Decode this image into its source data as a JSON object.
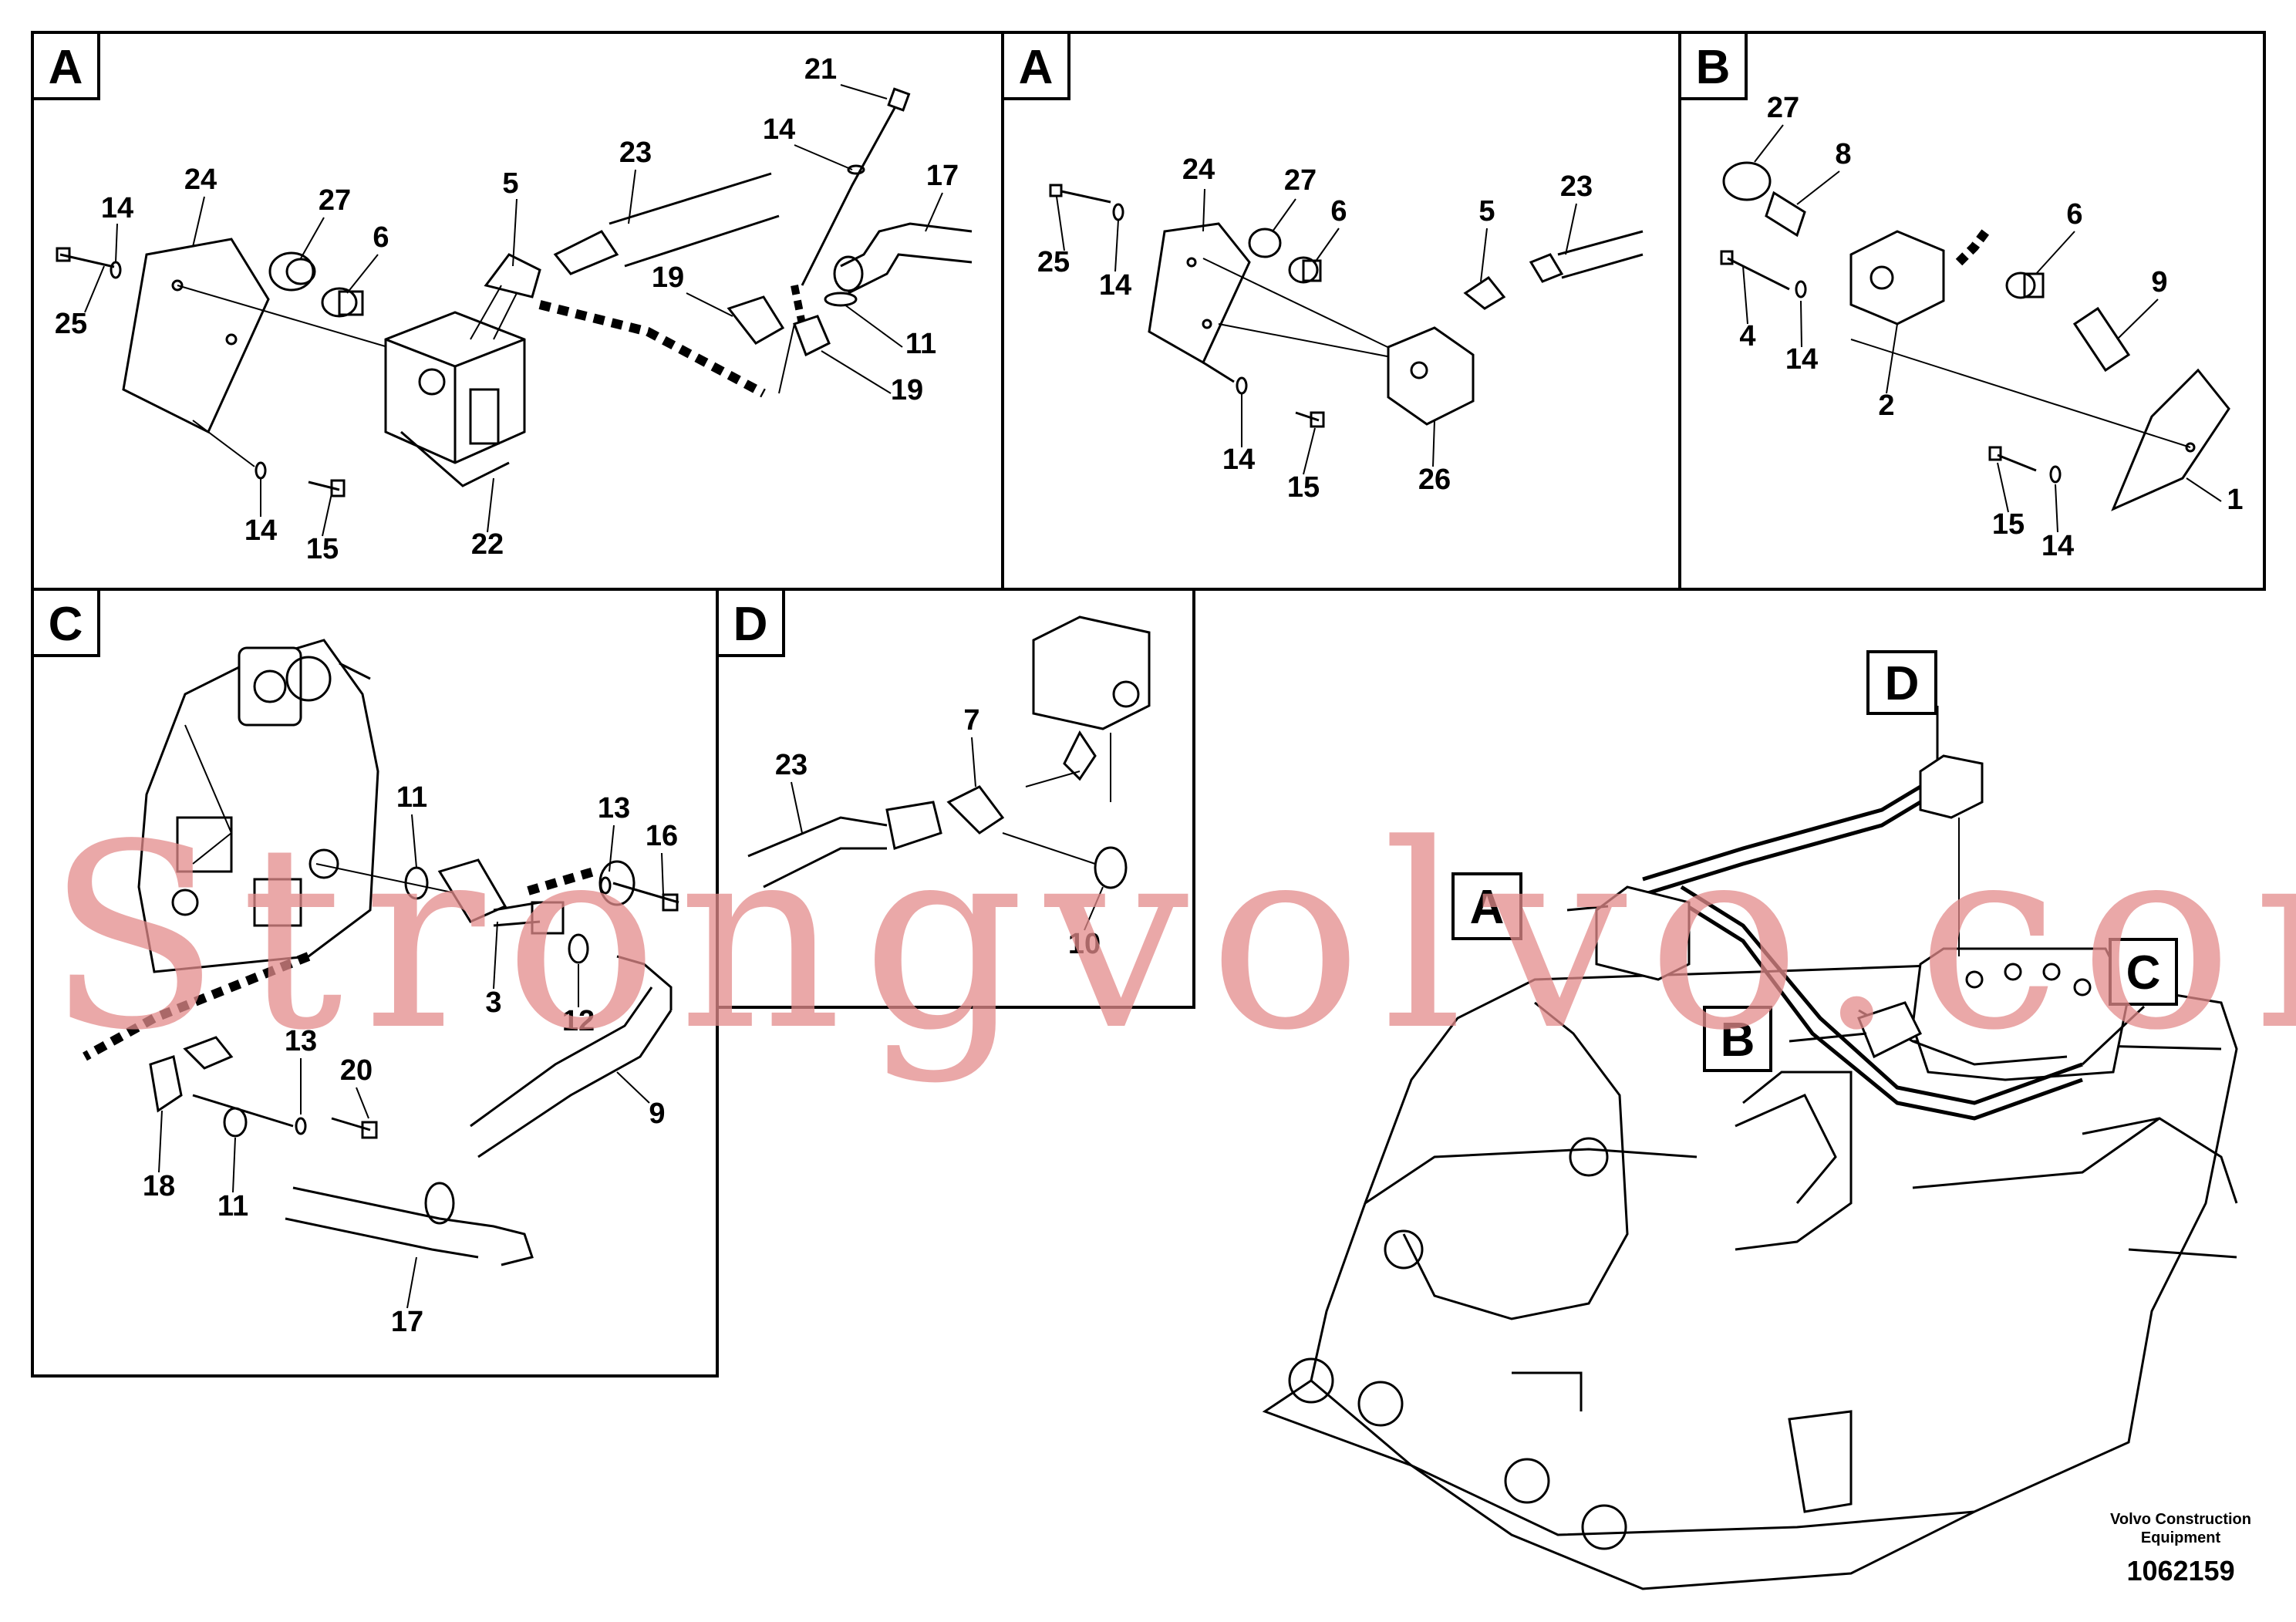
{
  "panels": [
    {
      "letter": "A",
      "labels": [
        "21",
        "14",
        "23",
        "5",
        "17",
        "14",
        "24",
        "27",
        "6",
        "19",
        "11",
        "25",
        "19",
        "14",
        "15",
        "22"
      ]
    },
    {
      "letter": "A",
      "labels": [
        "24",
        "27",
        "6",
        "5",
        "23",
        "25",
        "14",
        "14",
        "15",
        "26"
      ]
    },
    {
      "letter": "B",
      "labels": [
        "27",
        "8",
        "6",
        "9",
        "4",
        "14",
        "2",
        "1",
        "15",
        "14"
      ]
    },
    {
      "letter": "C",
      "labels": [
        "11",
        "13",
        "16",
        "3",
        "12",
        "13",
        "20",
        "9",
        "18",
        "11",
        "17"
      ]
    },
    {
      "letter": "D",
      "labels": [
        "7",
        "23",
        "10"
      ]
    }
  ],
  "overview_callouts": [
    "D",
    "A",
    "B",
    "C"
  ],
  "watermark": "Strongvolvo.com",
  "footer": {
    "brand_line1": "Volvo Construction",
    "brand_line2": "Equipment",
    "drawing_number": "1062159"
  }
}
